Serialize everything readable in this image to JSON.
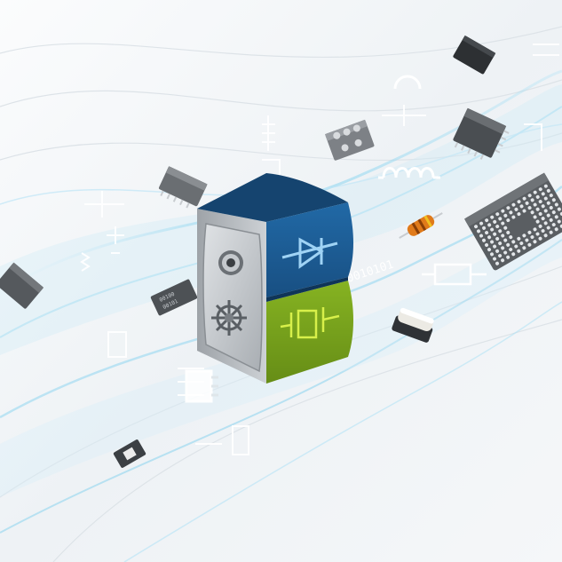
{
  "scene": {
    "background": "#f3f6f8",
    "wave_color": "#7fd0ee",
    "wave_color_light": "#bfe6f6",
    "circuit_line_color": "#ffffff"
  },
  "vault": {
    "icons": [
      "vault-dial-icon",
      "vault-handle-icon",
      "diode-icon",
      "crystal-oscillator-icon"
    ],
    "colors": {
      "body": "#b8bcc0",
      "body_shadow": "#8a8f94",
      "door": "#c9cdd1",
      "blue_panel": "#1e5f99",
      "blue_panel_dark": "#174b7a",
      "green_panel": "#7aa51c",
      "green_panel_dark": "#5f8415",
      "symbol_light_blue": "#9fd3f5",
      "symbol_yellow_green": "#d8f04a"
    }
  },
  "components": {
    "icons": [
      "qfn-chip-icon",
      "sot-package-icon",
      "qfp-chip-icon",
      "bga-chip-icon",
      "resistor-icon",
      "smd-ic-icon",
      "crystal-can-icon",
      "small-chip-icon",
      "chip-left-icon"
    ],
    "colors": {
      "chip_dark": "#3a3d41",
      "chip_mid": "#6d7176",
      "resistor_orange": "#e07a1a",
      "pin_silver": "#c8ccd0"
    }
  },
  "labels": {
    "binary_text": "0010101",
    "chip_marking_top": "00100",
    "chip_marking_bottom": "00101"
  }
}
